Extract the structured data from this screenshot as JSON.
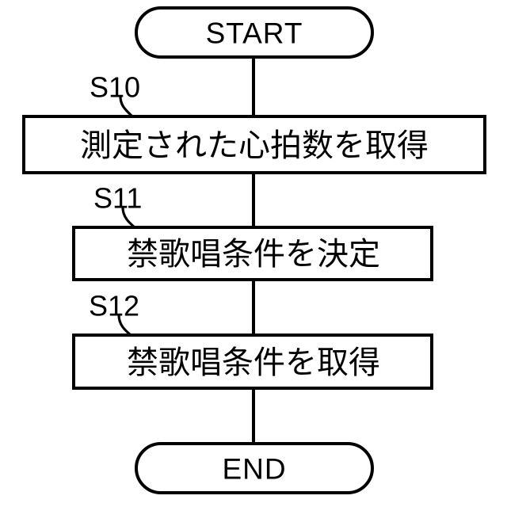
{
  "diagram": {
    "type": "flowchart",
    "orientation": "vertical",
    "background_color": "#ffffff",
    "stroke_color": "#000000",
    "nodes": [
      {
        "id": "start",
        "kind": "terminator",
        "label": "START"
      },
      {
        "id": "s10box",
        "kind": "process",
        "label": "測定された心拍数を取得"
      },
      {
        "id": "s11box",
        "kind": "process",
        "label": "禁歌唱条件を決定"
      },
      {
        "id": "s12box",
        "kind": "process",
        "label": "禁歌唱条件を取得"
      },
      {
        "id": "end",
        "kind": "terminator",
        "label": "END"
      }
    ],
    "step_labels": [
      {
        "id": "s10",
        "text": "S10"
      },
      {
        "id": "s11",
        "text": "S11"
      },
      {
        "id": "s12",
        "text": "S12"
      }
    ]
  }
}
